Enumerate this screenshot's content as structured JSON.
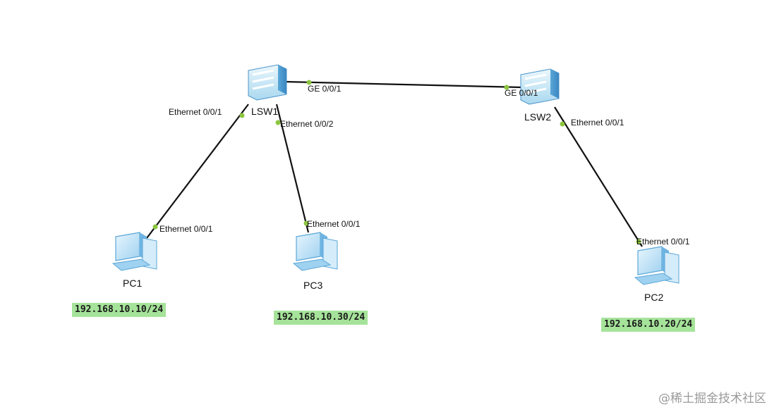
{
  "colors": {
    "link": "#111111",
    "port_dot": "#8cc63f",
    "ip_bg": "#a6e39a",
    "switch_face": "#bfe6f7",
    "pc_body": "#b3dcf5"
  },
  "switches": {
    "lsw1": {
      "label": "LSW1",
      "icon": "switch-icon"
    },
    "lsw2": {
      "label": "LSW2",
      "icon": "switch-icon"
    }
  },
  "pcs": {
    "pc1": {
      "label": "PC1",
      "ip": "192.168.10.10/24",
      "icon": "pc-icon"
    },
    "pc2": {
      "label": "PC2",
      "ip": "192.168.10.20/24",
      "icon": "pc-icon"
    },
    "pc3": {
      "label": "PC3",
      "ip": "192.168.10.30/24",
      "icon": "pc-icon"
    }
  },
  "links": {
    "lsw1_lsw2": {
      "a_port": "GE 0/0/1",
      "b_port": "GE 0/0/1"
    },
    "lsw1_pc1": {
      "a_port": "Ethernet 0/0/1",
      "b_port": "Ethernet 0/0/1"
    },
    "lsw1_pc3": {
      "a_port": "Ethernet 0/0/2",
      "b_port": "Ethernet 0/0/1"
    },
    "lsw2_pc2": {
      "a_port": "Ethernet 0/0/1",
      "b_port": "Ethernet 0/0/1"
    }
  },
  "watermark": "@稀土掘金技术社区"
}
